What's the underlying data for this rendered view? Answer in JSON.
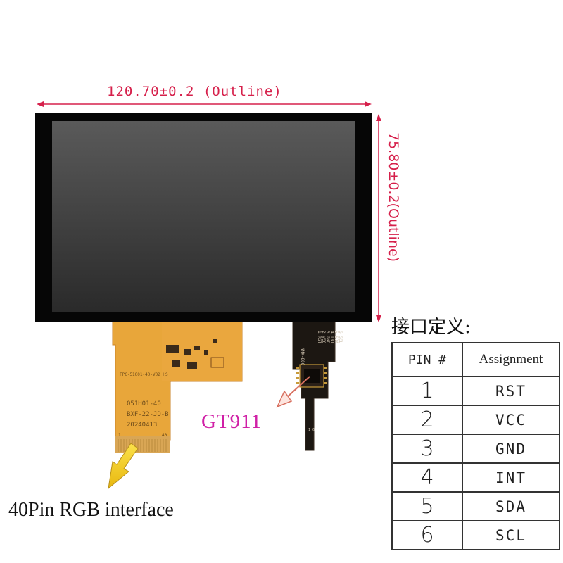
{
  "dimensions": {
    "width_label": "120.70±0.2 (Outline)",
    "height_label": "75.80±0.2(Outline)"
  },
  "labels": {
    "touch_ic": "GT911",
    "interface": "40Pin RGB interface",
    "pin_table_title": "接口定义:"
  },
  "fpc_text": {
    "part_no": "FPC-51001-40-V02 HS",
    "line1": "051H01-40",
    "line2": "BXF-22-JD-B",
    "line3": "20240413",
    "pin1": "1",
    "pin40": "40",
    "tp_pins": [
      "1 RST",
      "2 VCC",
      "3 GND",
      "4 INT",
      "5 SDA",
      "6 SCL"
    ],
    "tp_code": "NMX-800",
    "tp_pin_marks": [
      "1",
      "6"
    ]
  },
  "pin_table": {
    "header": [
      "PIN #",
      "Assignment"
    ],
    "rows": [
      {
        "pin": "1",
        "signal": "RST"
      },
      {
        "pin": "2",
        "signal": "VCC"
      },
      {
        "pin": "3",
        "signal": "GND"
      },
      {
        "pin": "4",
        "signal": "INT"
      },
      {
        "pin": "5",
        "signal": "SDA"
      },
      {
        "pin": "6",
        "signal": "SCL"
      }
    ]
  },
  "colors": {
    "dimension": "#d6204b",
    "touch_ic_label": "#d01fa6",
    "fpc": "#e8a63a",
    "pointer_arrow": "#f5d31a"
  }
}
